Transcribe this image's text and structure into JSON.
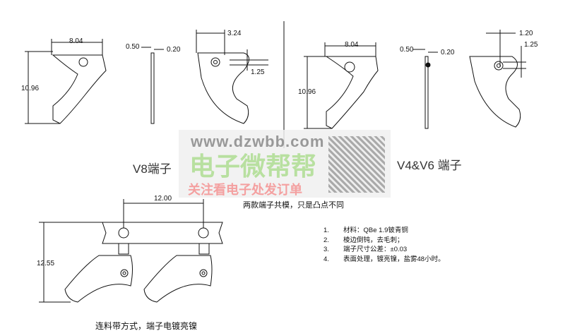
{
  "watermark": {
    "url": "www.dzwbb.com",
    "name": "电子微帮帮",
    "slogan": "关注看电子处发订单"
  },
  "v8": {
    "title": "V8端子",
    "dim_width": "8.04",
    "dim_height": "10.96",
    "dim_thick": "0.50",
    "dim_thin": "0.20",
    "dim_hole_x": "3.24",
    "dim_hole_y": "1.25"
  },
  "v46": {
    "title": "V4&V6 端子",
    "dim_width": "8.04",
    "dim_height": "10.96",
    "dim_thick": "0.50",
    "dim_thin": "0.20",
    "dim_hole_x": "1.20",
    "dim_hole_y": "1.25"
  },
  "shared_note": "两款端子共模，只是凸点不同",
  "strip": {
    "pitch": "12.00",
    "height": "12.55",
    "caption": "连料带方式，端子电镀亮镍"
  },
  "notes": [
    {
      "num": "1.",
      "text": "材料：QBe 1.9铍青铜"
    },
    {
      "num": "2.",
      "text": "棱边倒钝，去毛刺；"
    },
    {
      "num": "3.",
      "text": "端子尺寸公差：±0.03"
    },
    {
      "num": "4.",
      "text": "表面处理，镀亮镍，盐雾48小时。"
    }
  ]
}
